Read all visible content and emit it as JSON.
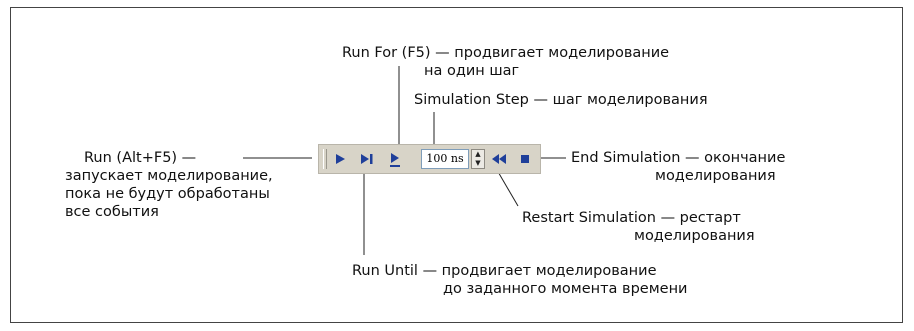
{
  "annotations": {
    "run_for": [
      "Run For (F5) — продвигает моделирование",
      "на один шаг"
    ],
    "sim_step": [
      "Simulation Step — шаг моделирования"
    ],
    "run": [
      "Run (Alt+F5) —",
      "запускает моделирование,",
      "пока не будут обработаны",
      "все события"
    ],
    "end_sim": [
      "End Simulation — окончание",
      "моделирования"
    ],
    "restart": [
      "Restart Simulation — рестарт",
      "моделирования"
    ],
    "run_until": [
      "Run Until — продвигает моделирование",
      "до заданного момента времени"
    ]
  },
  "toolbar": {
    "step_value": "100 ns",
    "buttons": [
      {
        "name": "run",
        "icon": "play-icon"
      },
      {
        "name": "run-until",
        "icon": "step-to-bar-icon"
      },
      {
        "name": "run-for",
        "icon": "play-underline-icon"
      },
      {
        "name": "restart",
        "icon": "rewind-icon"
      },
      {
        "name": "end",
        "icon": "stop-icon"
      }
    ],
    "icon_color": "#1f3f9a",
    "background": "#d8d4c8"
  }
}
